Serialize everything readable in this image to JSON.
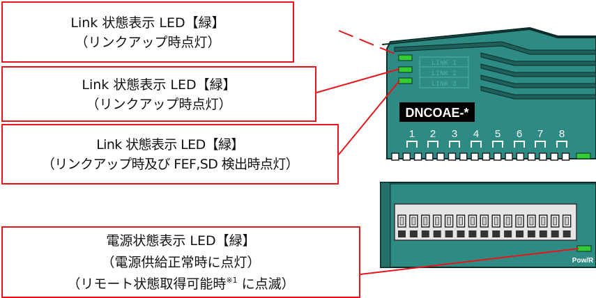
{
  "callouts": [
    {
      "line1": "Link 状態表示 LED【緑】",
      "line2": "（リンクアップ時点灯）"
    },
    {
      "line1": "Link 状態表示 LED【緑】",
      "line2": "（リンクアップ時点灯）"
    },
    {
      "line1": "Link 状態表示 LED【緑】",
      "line2": "（リンクアップ時及び FEF,SD 検出時点灯）"
    },
    {
      "line1": "電源状態表示 LED【緑】",
      "line2": "（電源供給正常時に点灯）",
      "line3_pre": "（リモート状態取得可能時",
      "line3_sup": "※1",
      "line3_post": " に点滅）"
    }
  ],
  "device": {
    "link_labels": [
      "LINK 1",
      "LINK 2",
      "LINK 3"
    ],
    "model": "DNCOAE-*",
    "port_numbers": [
      "1",
      "2",
      "3",
      "4",
      "5",
      "6",
      "7",
      "8"
    ],
    "power_label": "Pow/R"
  },
  "colors": {
    "callout_border": "#e8141c",
    "leader_line": "#e8141c",
    "device_body": "#2e8b84",
    "device_dark": "#1f5f5a",
    "led_green": "#33cc33",
    "model_bg": "#000000",
    "model_text": "#ffffff"
  }
}
